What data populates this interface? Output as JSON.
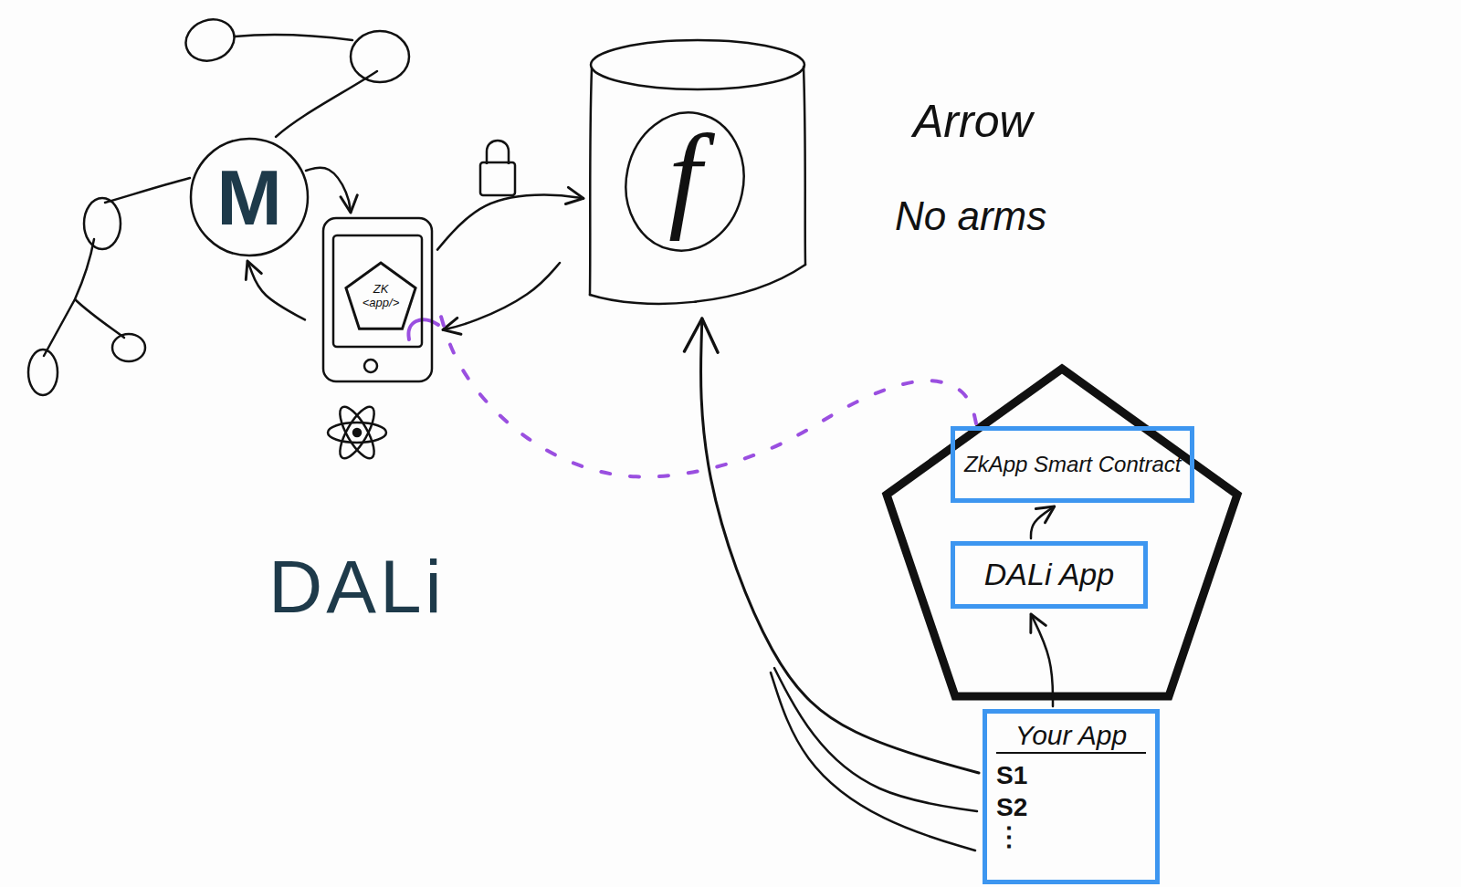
{
  "diagram": {
    "nodes": [
      {
        "text": [
          "M"
        ]
      },
      {
        "text": [
          "ZK <app/>"
        ]
      },
      {
        "text": [
          "f"
        ]
      },
      {
        "text": [
          "ZkApp Smart Contract"
        ]
      },
      {
        "text": [
          "DALi App"
        ]
      },
      {
        "text": [
          "Your App",
          "S1",
          "S2",
          "⋮"
        ]
      }
    ],
    "edges": [
      {
        "from": 0,
        "to": 1,
        "arrow": "to"
      },
      {
        "from": 1,
        "to": 0,
        "arrow": "to"
      },
      {
        "from": 1,
        "to": 2,
        "arrow": "to"
      },
      {
        "from": 2,
        "to": 1,
        "arrow": "to"
      },
      {
        "from": 4,
        "to": 3,
        "arrow": "to"
      },
      {
        "from": 5,
        "to": 4,
        "arrow": "to"
      },
      {
        "from": 5,
        "to": 2,
        "arrow": "to"
      },
      {
        "from": 3,
        "to": 1,
        "arrow": "none"
      }
    ],
    "labels": [
      "Arrow",
      "No arms",
      "DALi"
    ]
  }
}
